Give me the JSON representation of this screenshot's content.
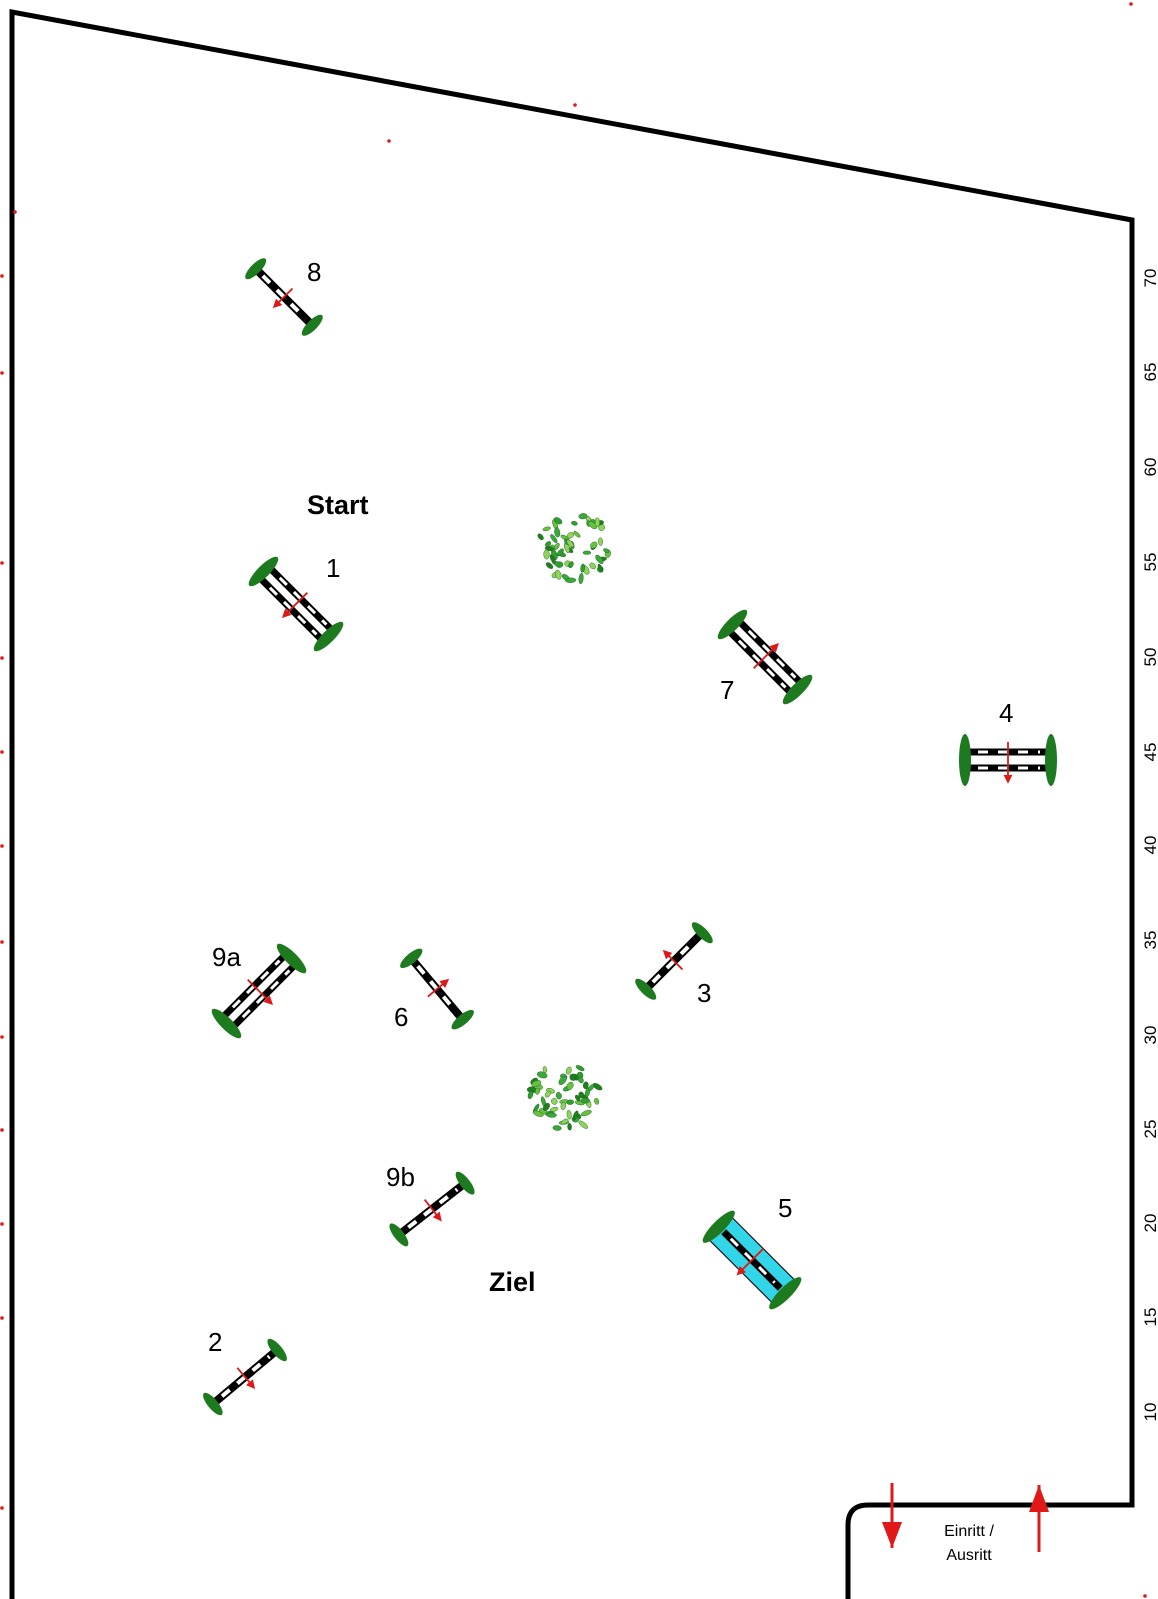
{
  "course": {
    "start_label": "Start",
    "finish_label": "Ziel",
    "gate_line1": "Einritt /",
    "gate_line2": "Ausritt",
    "scale_marks": [
      "10",
      "15",
      "20",
      "25",
      "30",
      "35",
      "40",
      "45",
      "50",
      "55",
      "60",
      "65",
      "70"
    ]
  },
  "obstacles": [
    {
      "number": "1",
      "type": "oxer"
    },
    {
      "number": "2",
      "type": "vertical"
    },
    {
      "number": "3",
      "type": "vertical"
    },
    {
      "number": "4",
      "type": "oxer"
    },
    {
      "number": "5",
      "type": "water-oxer"
    },
    {
      "number": "6",
      "type": "vertical"
    },
    {
      "number": "7",
      "type": "oxer"
    },
    {
      "number": "8",
      "type": "vertical"
    },
    {
      "number": "9a",
      "type": "oxer"
    },
    {
      "number": "9b",
      "type": "vertical"
    }
  ],
  "decorations": [
    {
      "name": "shrub-north",
      "icon": "shrub-icon"
    },
    {
      "name": "shrub-south",
      "icon": "shrub-icon"
    }
  ],
  "colors": {
    "fence": "#000000",
    "standard": "#1e7a1e",
    "arrow": "#e01818",
    "water": "#33d6e8",
    "shrub": "#2e9e2e"
  }
}
